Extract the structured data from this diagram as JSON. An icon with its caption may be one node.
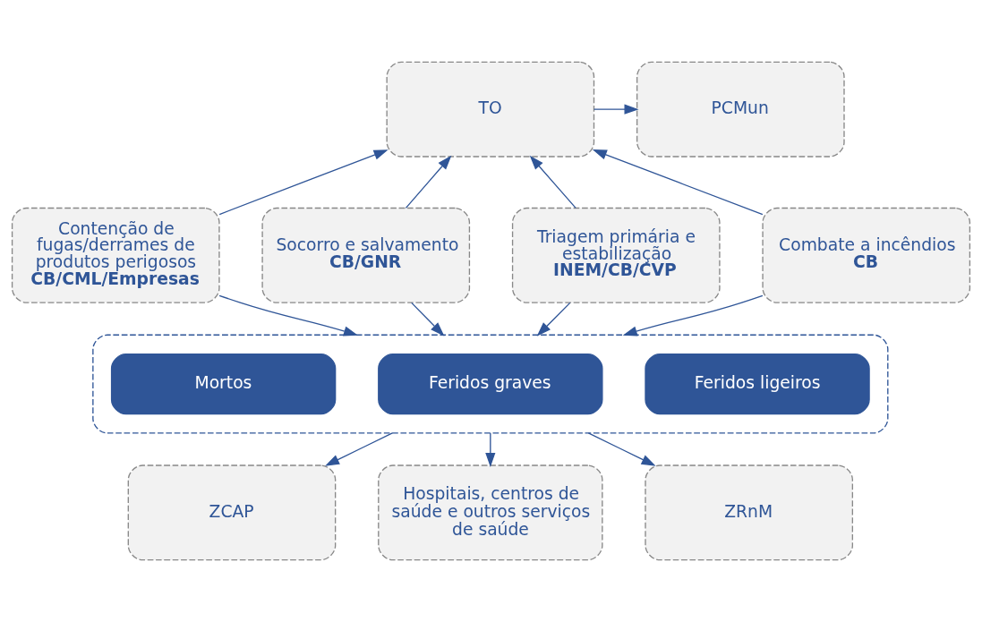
{
  "diagram": {
    "nodes": [
      {
        "text": [
          "TO"
        ]
      },
      {
        "text": [
          "PCMun"
        ]
      },
      {
        "text": [
          "Contenção de fugas/derrames de produtos perigosos",
          "CB/CML/Empresas"
        ]
      },
      {
        "text": [
          "Socorro e salvamento",
          "CB/GNR"
        ]
      },
      {
        "text": [
          "Triagem primária e estabilização",
          "INEM/CB/CVP"
        ]
      },
      {
        "text": [
          "Combate a incêndios",
          "CB"
        ]
      },
      {
        "text": [],
        "shape": "box"
      },
      {
        "text": [
          "Feridos ligeiros"
        ],
        "in": 6
      },
      {
        "text": [
          "Feridos graves"
        ],
        "in": 6
      },
      {
        "text": [
          "Mortos"
        ],
        "in": 6
      },
      {
        "text": [
          "ZCAP"
        ]
      },
      {
        "text": [
          "Hospitais, centros de saúde e outros serviços de saúde"
        ]
      },
      {
        "text": [
          "ZRnM"
        ]
      }
    ],
    "edges": [
      {
        "from": 0,
        "to": 1,
        "arrow": "to"
      },
      {
        "from": 2,
        "to": 0,
        "arrow": "to"
      },
      {
        "from": 3,
        "to": 0,
        "arrow": "to"
      },
      {
        "from": 4,
        "to": 0,
        "arrow": "to"
      },
      {
        "from": 5,
        "to": 0,
        "arrow": "to"
      },
      {
        "from": 2,
        "to": 6,
        "arrow": "to"
      },
      {
        "from": 3,
        "to": 6,
        "arrow": "to"
      },
      {
        "from": 4,
        "to": 6,
        "arrow": "to"
      },
      {
        "from": 5,
        "to": 6,
        "arrow": "to"
      },
      {
        "from": 6,
        "to": 10,
        "arrow": "to"
      },
      {
        "from": 6,
        "to": 11,
        "arrow": "to"
      },
      {
        "from": 6,
        "to": 12,
        "arrow": "to"
      }
    ]
  }
}
